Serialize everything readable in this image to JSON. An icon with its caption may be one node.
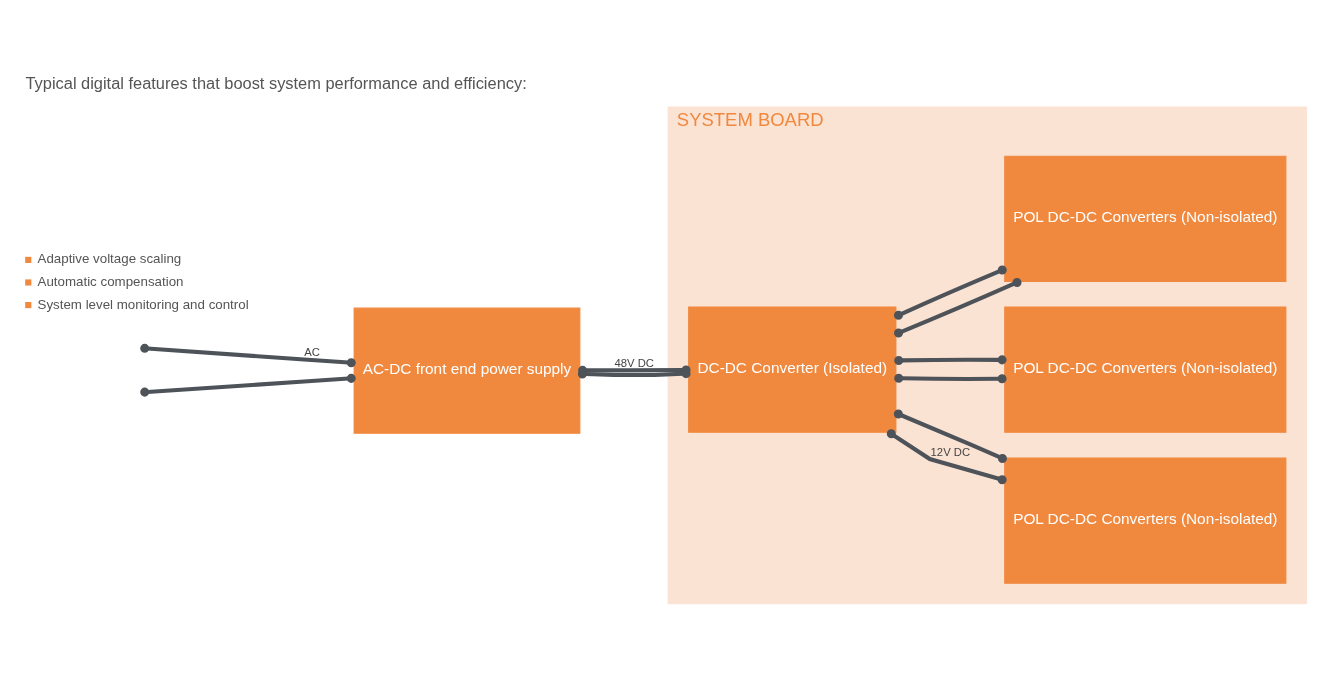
{
  "diagram": {
    "title": "Typical digital features that boost system performance and efficiency:",
    "nodes": [
      {
        "text": [
          "SYSTEM BOARD"
        ]
      },
      {
        "text": [
          "AC-DC front end power supply"
        ]
      },
      {
        "text": [
          "DC-DC Converter (Isolated)"
        ],
        "in": 0
      },
      {
        "text": [
          "POL DC-DC Converters (Non-isolated)"
        ],
        "in": 0
      },
      {
        "text": [
          "POL DC-DC Converters (Non-isolated)"
        ],
        "in": 0
      },
      {
        "text": [
          "POL DC-DC Converters (Non-isolated)"
        ],
        "in": 0
      }
    ],
    "edges": [
      {
        "from": null,
        "to": 1,
        "arrow": "other",
        "label": "AC"
      },
      {
        "from": null,
        "to": 1,
        "arrow": "other"
      },
      {
        "from": 1,
        "to": 2,
        "arrow": "other",
        "label": "48V DC"
      },
      {
        "from": 1,
        "to": 2,
        "arrow": "other"
      },
      {
        "from": 2,
        "to": 3,
        "arrow": "other",
        "label": "12V DC"
      },
      {
        "from": 2,
        "to": 4,
        "arrow": "other"
      },
      {
        "from": 2,
        "to": 5,
        "arrow": "other"
      },
      {
        "from": 2,
        "to": 3,
        "arrow": "other"
      },
      {
        "from": 2,
        "to": 4,
        "arrow": "other"
      },
      {
        "from": 2,
        "to": 5,
        "arrow": "other"
      }
    ],
    "labels": [
      "Adaptive voltage scaling",
      "Automatic compensation",
      "System level monitoring and control"
    ]
  }
}
